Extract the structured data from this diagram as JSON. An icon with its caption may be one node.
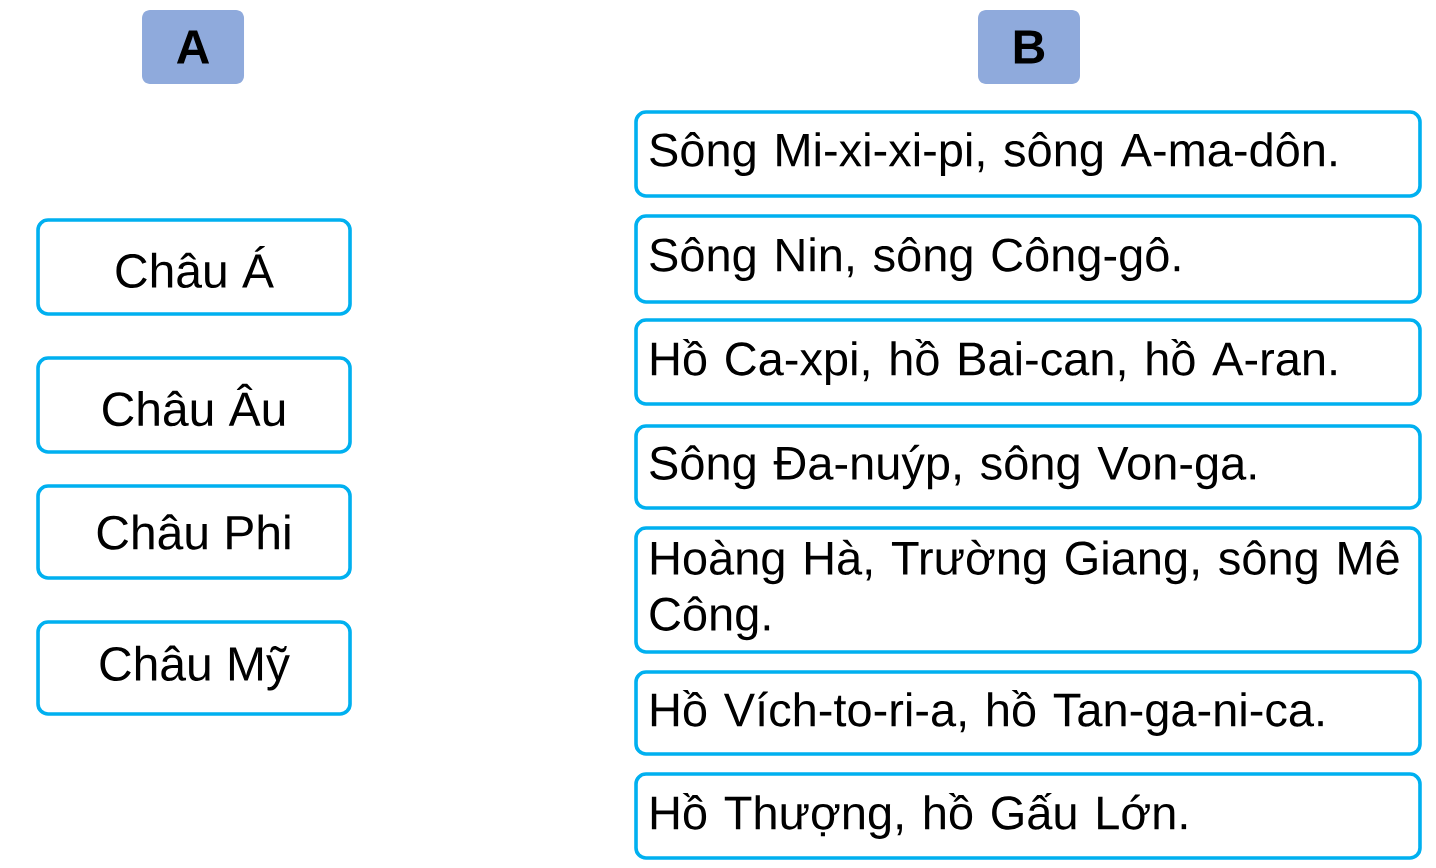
{
  "diagram": {
    "nodes": [
      {
        "text": [
          "A"
        ]
      },
      {
        "text": [
          "B"
        ]
      },
      {
        "text": [
          "Châu Á"
        ]
      },
      {
        "text": [
          "Châu Âu"
        ]
      },
      {
        "text": [
          "Châu Phi"
        ]
      },
      {
        "text": [
          "Châu Mỹ"
        ]
      },
      {
        "text": [
          "Sông Mi-xi-xi-pi, sông A-ma-dôn."
        ]
      },
      {
        "text": [
          "Sông Nin, sông Công-gô."
        ]
      },
      {
        "text": [
          "Hồ Ca-xpi, hồ Bai-can, hồ A-ran."
        ]
      },
      {
        "text": [
          "Sông Đa-nuýp, sông Von-ga."
        ]
      },
      {
        "text": [
          "Hoàng Hà, Trường Giang, sông Mê Công."
        ]
      },
      {
        "text": [
          "Hồ Vích-to-ri-a, hồ Tan-ga-ni-ca."
        ]
      },
      {
        "text": [
          "Hồ Thượng, hồ Gấu Lớn."
        ]
      }
    ]
  }
}
